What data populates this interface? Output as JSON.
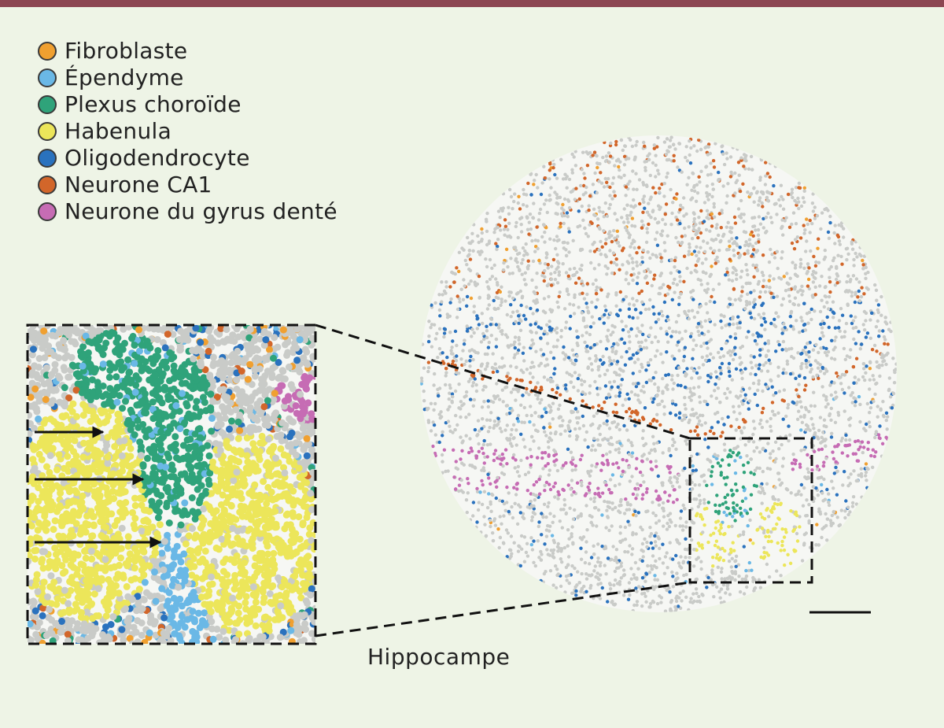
{
  "colors": {
    "background": "#eef4e6",
    "top_bar": "#8c4652",
    "tissue": "#f6f7f4",
    "unassigned": "#c9cbc8"
  },
  "legend": [
    {
      "label": "Fibroblaste",
      "color": "#f0a030"
    },
    {
      "label": "Épendyme",
      "color": "#6ab8e6"
    },
    {
      "label": "Plexus choroïde",
      "color": "#2fa37a"
    },
    {
      "label": "Habenula",
      "color": "#ece65a"
    },
    {
      "label": "Oligodendrocyte",
      "color": "#2a72be"
    },
    {
      "label": "Neurone CA1",
      "color": "#d2662a"
    },
    {
      "label": "Neurone du gyrus denté",
      "color": "#c66cb4"
    }
  ],
  "caption": "Hippocampe"
}
